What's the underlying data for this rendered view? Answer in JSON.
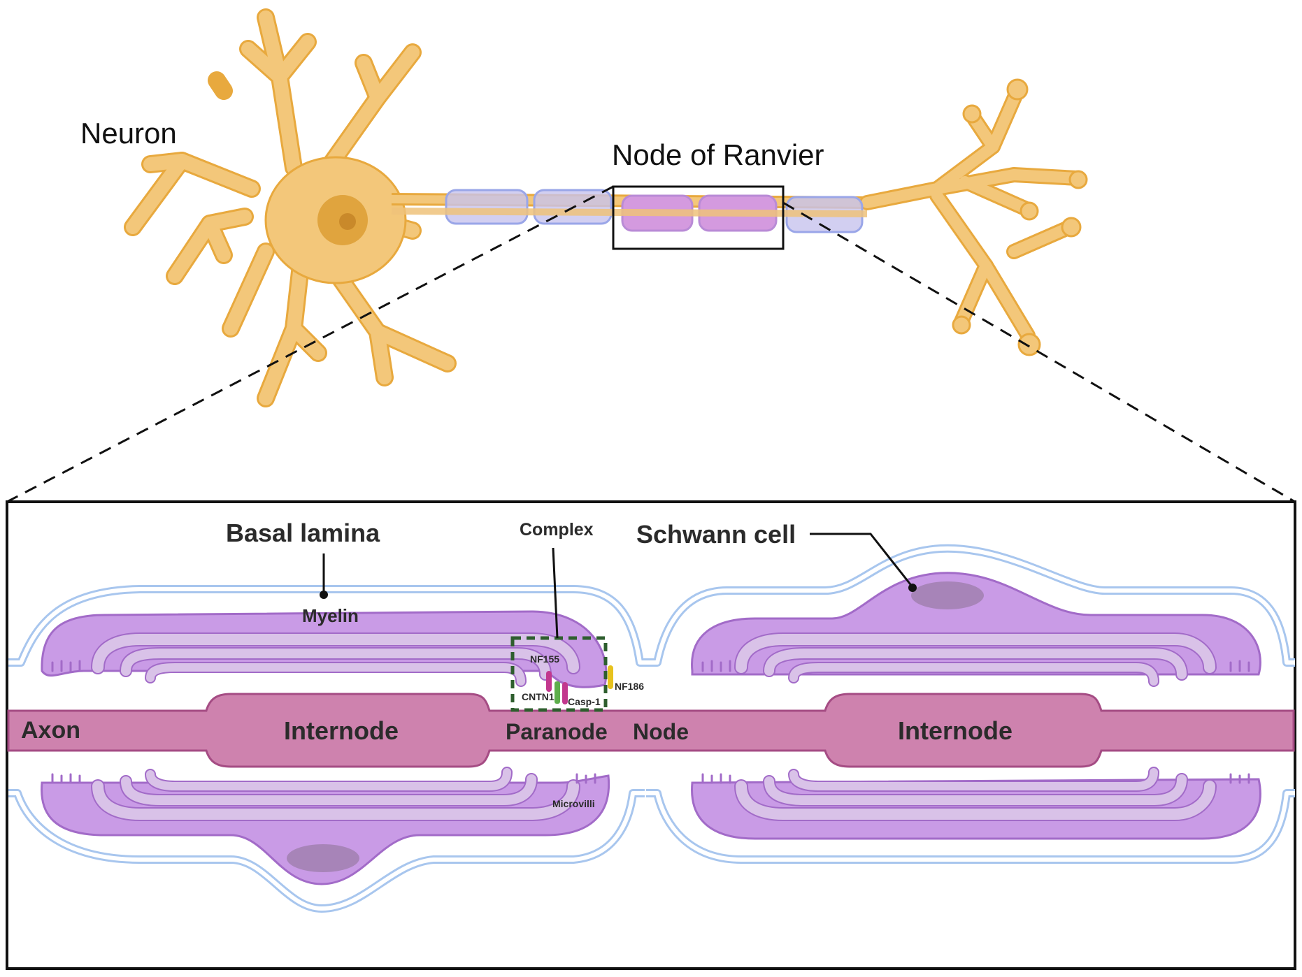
{
  "labels": {
    "neuron": "Neuron",
    "node_of_ranvier": "Node of Ranvier",
    "basal_lamina": "Basal lamina",
    "complex": "Complex",
    "schwann_cell": "Schwann cell",
    "myelin": "Myelin",
    "nf155": "NF155",
    "nf186": "NF186",
    "cntn1": "CNTN1",
    "casp1": "Casp-1",
    "axon": "Axon",
    "internode_left": "Internode",
    "paranode": "Paranode",
    "node": "Node",
    "internode_right": "Internode",
    "microvilli": "Microvilli"
  },
  "colors": {
    "neuron_fill": "#F3C77A",
    "neuron_stroke": "#E8A93E",
    "soma_nucleus": "#E0A43E",
    "myelin_sheath": "#C99BE6",
    "myelin_inner": "#D9C2E8",
    "basal_lamina": "#A8C6EE",
    "axon": "#CE82AE",
    "nucleus": "#A784B8",
    "complex_box": "#2E5E2E",
    "nf155": "#C2388E",
    "nf186": "#E7C21E",
    "cntn1": "#5DAE4B"
  }
}
